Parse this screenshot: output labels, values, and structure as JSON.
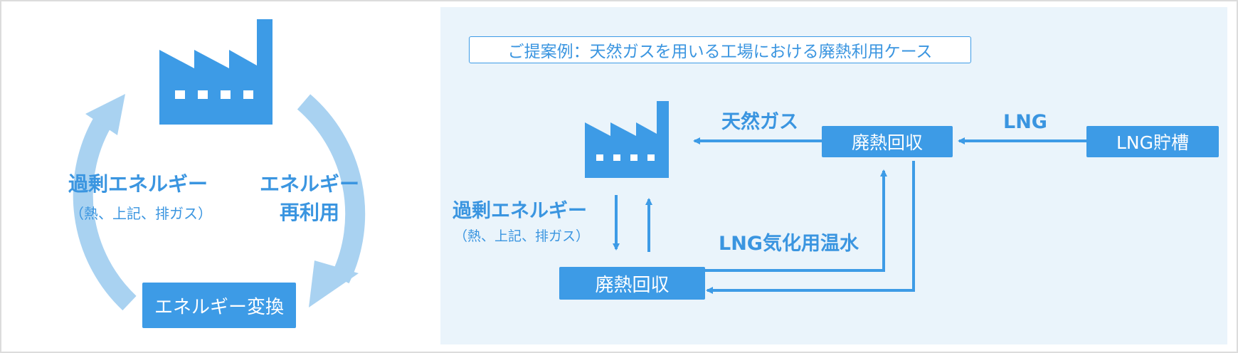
{
  "left_cycle": {
    "excess_energy": "過剰エネルギー",
    "excess_energy_note": "（熱、上記、排ガス）",
    "reuse_line1": "エネルギー",
    "reuse_line2": "再利用",
    "conversion": "エネルギー変換"
  },
  "case": {
    "title": "ご提案例：天然ガスを用いる工場における廃熱利用ケース",
    "natural_gas": "天然ガス",
    "heat_recovery_top": "廃熱回収",
    "lng": "LNG",
    "lng_tank": "LNG貯槽",
    "excess_energy": "過剰エネルギー",
    "excess_energy_note": "（熱、上記、排ガス）",
    "lng_warm_water": "LNG気化用温水",
    "heat_recovery_bottom": "廃熱回収"
  },
  "icons": [
    "factory-icon",
    "arrow-icon"
  ],
  "colors": {
    "primary": "#3d9be6",
    "text": "#3a95e0",
    "cycle_arrow": "#a9d2f1",
    "panel_bg": "#eaf4fb",
    "border": "#dcdcdc"
  }
}
